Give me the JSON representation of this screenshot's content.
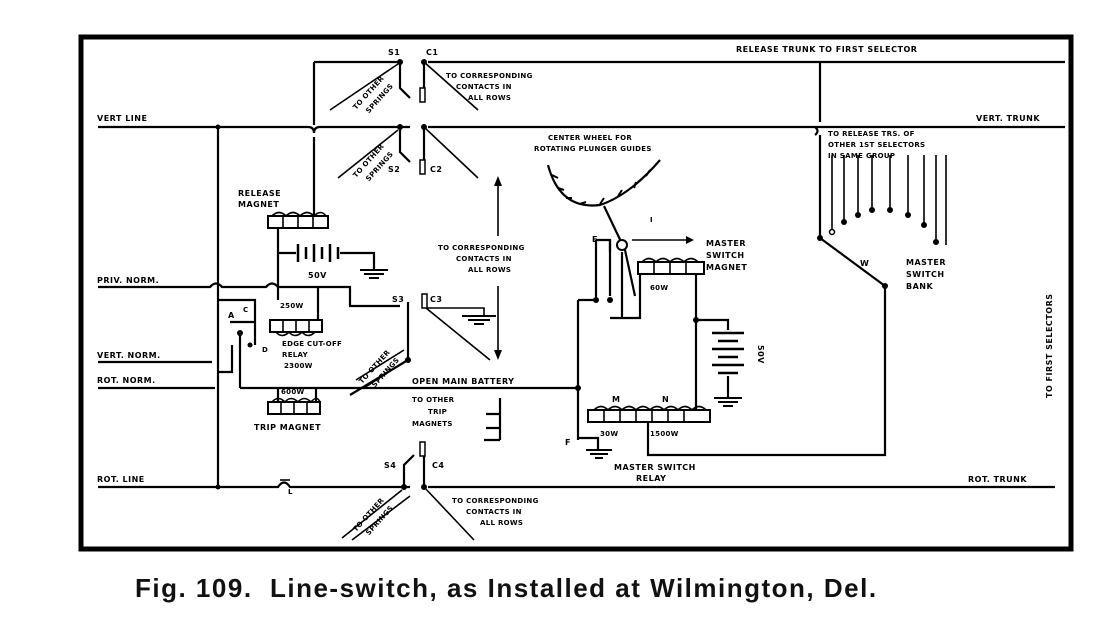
{
  "figure": {
    "caption": "Fig. 109.  Line-switch, as Installed at Wilmington, Del.",
    "labels": {
      "release_trunk": "RELEASE TRUNK TO FIRST SELECTOR",
      "vert_line": "VERT LINE",
      "vert_trunk": "VERT. TRUNK",
      "priv_norm": "PRIV. NORM.",
      "vert_norm": "VERT. NORM.",
      "rot_norm": "ROT. NORM.",
      "rot_line": "ROT. LINE",
      "rot_trunk": "ROT. TRUNK",
      "release_magnet_1": "RELEASE",
      "release_magnet_2": "MAGNET",
      "battery_50v": "50V",
      "relay_resistance_top": "250W",
      "edge_cutoff_1": "EDGE CUT-OFF",
      "edge_cutoff_2": "RELAY",
      "edge_cutoff_3": "2300W",
      "trip_resistance": "600W",
      "trip_magnet": "TRIP MAGNET",
      "to_other_springs": "TO OTHER",
      "springs": "SPRINGS",
      "to_corresponding_1": "TO CORRESPONDING",
      "to_corresponding_2": "CONTACTS IN",
      "to_corresponding_3": "ALL ROWS",
      "center_wheel_1": "CENTER WHEEL FOR",
      "center_wheel_2": "ROTATING PLUNGER GUIDES",
      "open_main_battery": "OPEN MAIN BATTERY",
      "other_trip_1": "TO OTHER",
      "other_trip_2": "TRIP",
      "other_trip_3": "MAGNETS",
      "master_switch_magnet_1": "MASTER",
      "master_switch_magnet_2": "SWITCH",
      "master_switch_magnet_3": "MAGNET",
      "msm_resistance": "60W",
      "battery_right": "50V",
      "master_switch_relay_1": "MASTER SWITCH",
      "master_switch_relay_2": "RELAY",
      "relay_m": "M",
      "relay_n": "N",
      "relay_res_left": "30W",
      "relay_res_right": "1500W",
      "to_release_1": "TO RELEASE TRS. OF",
      "to_release_2": "OTHER 1ST SELECTORS",
      "to_release_3": "IN SAME GROUP",
      "master_switch_bank_1": "MASTER",
      "master_switch_bank_2": "SWITCH",
      "master_switch_bank_3": "BANK",
      "w": "W",
      "to_first_selectors": "TO FIRST SELECTORS",
      "s1": "S1",
      "c1": "C1",
      "s2": "S2",
      "c2": "C2",
      "s3": "S3",
      "c3": "C3",
      "s4": "S4",
      "c4": "C4",
      "a": "A",
      "c": "C",
      "d": "D",
      "e": "E",
      "f": "F",
      "l": "L",
      "i": "I"
    }
  }
}
